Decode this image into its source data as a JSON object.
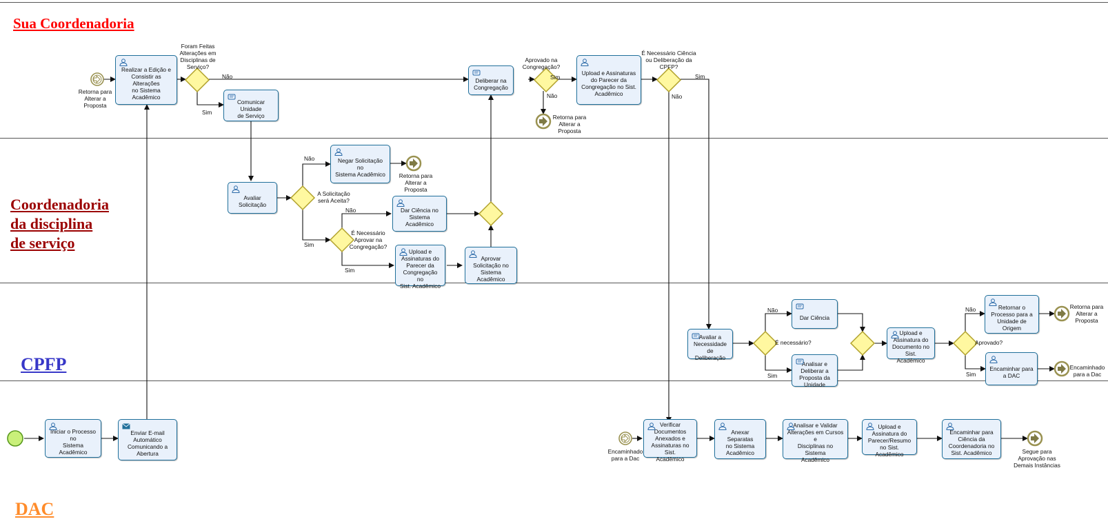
{
  "lanes": {
    "sua_coordenadoria": "Sua Coordenadoria",
    "coordenadoria_disciplina": "Coordenadoria\nda disciplina\nde serviço",
    "cpfp": "CPFP",
    "dac": "DAC"
  },
  "colors": {
    "lane_red": "#ff0000",
    "lane_darkred": "#9b0000",
    "lane_blue": "#3737c8",
    "lane_orange": "#ff8c2b",
    "task_border": "#1f6f9a",
    "task_fill": "#e9f1fb",
    "gateway_fill": "#fff8a0",
    "gateway_stroke": "#b1a12b",
    "start_event_fill": "#c9f07a",
    "start_event_stroke": "#5a9a1e",
    "event_stroke": "#9a9251"
  },
  "tasks": {
    "realizar_edicao": "Realizar a Edição e\nConsistir as Alterações\nno Sistema Acadêmico",
    "comunicar_unidade": "Comunicar Unidade\nde Serviço",
    "deliberar_congregacao": "Deliberar na\nCongregação",
    "upload_parecer_congregacao": "Upload e Assinaturas\ndo Parecer da\nCongregação no Sist.\nAcadêmico",
    "negar_solicitacao": "Negar Solicitação no\nSistema Acadêmico",
    "avaliar_solicitacao": "Avaliar\nSolicitação",
    "dar_ciencia_sistema": "Dar Ciência no\nSistema Acadêmico",
    "upload_parecer_disc": "Upload e\nAssinaturas do\nParecer da\nCongregação no\nSist. Acadêmico",
    "aprovar_solicitacao": "Aprovar\nSolicitação no\nSistema\nAcadêmico",
    "avaliar_necessidade": "Avaliar a\nNecessidade de\nDeliberação",
    "dar_ciencia": "Dar Ciência",
    "analisar_deliberar": "Analisar e\nDeliberar a\nProposta da\nUnidade",
    "upload_documento": "Upload e\nAssinatura do\nDocumento no\nSist. Acadêmico",
    "retornar_processo": "Retornar o\nProcesso para a\nUnidade de\nOrigem",
    "encaminhar_dac": "Encaminhar para\na DAC",
    "iniciar_processo": "Iniciar o Processo no\nSistema Acadêmico",
    "enviar_email": "Enviar E-mail\nAutomático\nComunicando a\nAbertura",
    "verificar_documentos": "Verificar\nDocumentos\nAnexados e\nAssinaturas no Sist.\nAcadêmico",
    "anexar_separatas": "Anexar Separatas\nno Sistema\nAcadêmico",
    "analisar_validar": "Analisar e Validar\nAlterações em Cursos e\nDisciplinas no Sistema\nAcadêmico",
    "upload_parecer_resumo": "Upload e\nAssinatura do\nParecer/Resumo\nno Sist. Acadêmico",
    "encaminhar_ciencia": "Encaminhar para\nCiência da\nCoordenadoria no\nSist. Acadêmico"
  },
  "gateways": {
    "foram_feitas": "Foram Feitas\nAlterações em\nDisciplinas de\nServiço?",
    "aprovado_congregacao": "Aprovado na\nCongregação?",
    "necessario_ciencia": "É Necessário Ciência\nou Deliberação da\nCPFP?",
    "solicitacao_aceita": "A Solicitação\nserá Aceita?",
    "necessario_aprovar": "É Necessário\nAprovar na\nCongregação?",
    "e_necessario": "É necessário?",
    "aprovado": "Aprovado?"
  },
  "events": {
    "retorna_1": "Retorna para\nAlterar a\nProposta",
    "retorna_2": "Retorna para\nAlterar a\nProposta",
    "retorna_3": "Retorna para\nAlterar a\nProposta",
    "retorna_4": "Retorna para\nAlterar a\nProposta",
    "encaminhado_cpfp": "Encaminhado\npara a Dac",
    "encaminhado_dac": "Encaminhado\npara a Dac",
    "segue_aprovacao": "Segue para\nAprovação nas\nDemais Instâncias"
  },
  "flows": {
    "nao": "Não",
    "sim": "Sim"
  },
  "icons": {
    "user_task": "user-task-icon",
    "manual_task": "manual-task-icon",
    "send_task": "envelope-send-icon",
    "start": "start-event-circle",
    "intermediate": "intermediate-catch-event-arrow",
    "end": "end-event-arrow",
    "gateway": "exclusive-gateway-diamond"
  }
}
